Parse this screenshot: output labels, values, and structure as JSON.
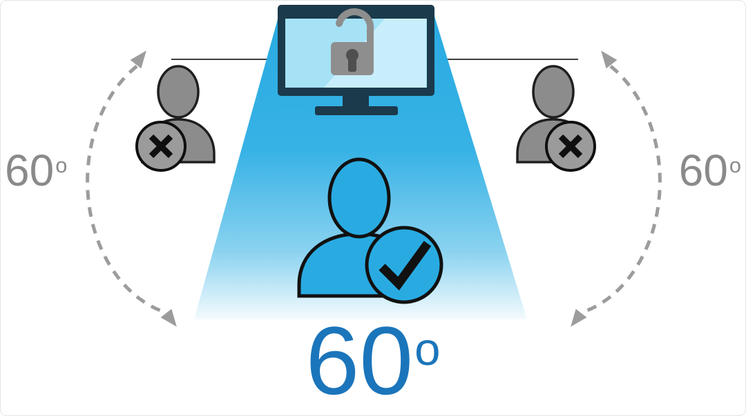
{
  "diagram": {
    "title": "privacy-screen-viewing-angle-diagram",
    "left_angle": {
      "value": "60",
      "degree": "o"
    },
    "right_angle": {
      "value": "60",
      "degree": "o"
    },
    "bottom_angle": {
      "value": "60",
      "degree": "o"
    }
  },
  "icons": {
    "monitor": "monitor-icon",
    "padlock": "unlocked-padlock-icon",
    "center_viewer": "viewer-with-check-icon",
    "left_viewer": "viewer-with-x-icon",
    "right_viewer": "viewer-with-x-icon",
    "left_arrow": "dashed-arc-arrow-icon",
    "right_arrow": "dashed-arc-arrow-icon"
  },
  "colors": {
    "cone_blue": "#29ABE2",
    "person_blue": "#29ABE2",
    "blocked_gray": "#8C8C8C",
    "badge_gray": "#9B9B9B",
    "monitor_dark": "#1B3A4B",
    "screen_blue": "#A5E2F6",
    "lock_gray": "#8E8E8E",
    "arc_gray": "#9C9C9C",
    "label_gray": "#8A8A8A",
    "angle_blue": "#1B75BB",
    "outline_black": "#111111"
  }
}
